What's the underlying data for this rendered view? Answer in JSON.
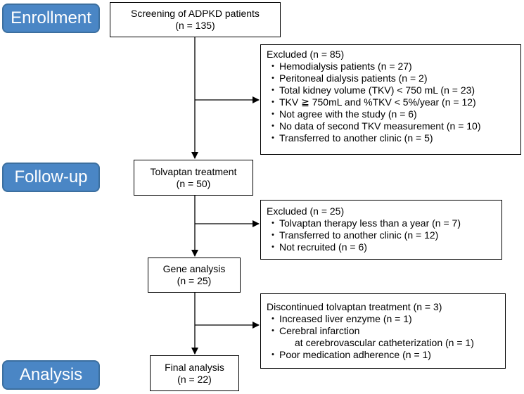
{
  "stages": {
    "enrollment": "Enrollment",
    "follow_up": "Follow-up",
    "analysis": "Analysis"
  },
  "boxes": {
    "screening": {
      "line1": "Screening of ADPKD patients",
      "line2": "(n = 135)"
    },
    "tolvaptan": {
      "line1": "Tolvaptan treatment",
      "line2": "(n = 50)"
    },
    "gene": {
      "line1": "Gene analysis",
      "line2": "(n = 25)"
    },
    "final": {
      "line1": "Final analysis",
      "line2": "(n = 22)"
    }
  },
  "excluded1": {
    "title": "Excluded (n = 85)",
    "items": [
      "Hemodialysis patients (n = 27)",
      "Peritoneal dialysis patients (n = 2)",
      "Total kidney volume (TKV) < 750 mL (n = 23)",
      "TKV ≧ 750mL and %TKV < 5%/year  (n = 12)",
      "Not agree with the study (n = 6)",
      "No data of second TKV measurement (n = 10)",
      "Transferred to another clinic (n = 5)"
    ]
  },
  "excluded2": {
    "title": "Excluded (n = 25)",
    "items": [
      "Tolvaptan therapy less than a year (n = 7)",
      "Transferred to another clinic (n = 12)",
      "Not recruited (n = 6)"
    ]
  },
  "discontinued": {
    "title": "Discontinued tolvaptan treatment (n = 3)",
    "item1": "Increased liver enzyme (n = 1)",
    "item2_line1": "Cerebral infarction",
    "item2_line2": "at cerebrovascular catheterization (n = 1)",
    "item3": "Poor medication adherence (n = 1)"
  },
  "bullet": "・",
  "colors": {
    "stage_fill": "#4a86c5",
    "stage_border": "#3c6f9f",
    "line": "#000000"
  }
}
